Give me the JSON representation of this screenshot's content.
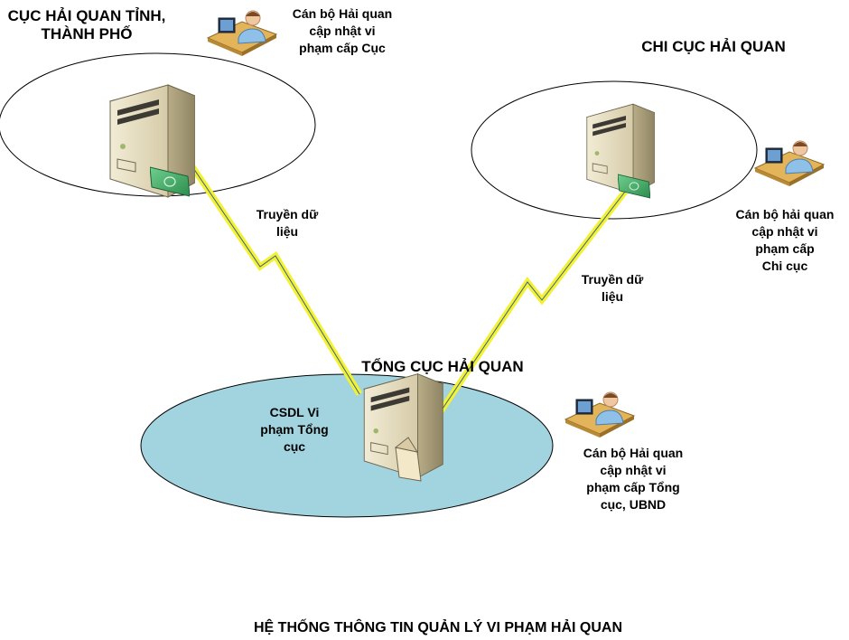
{
  "zones": {
    "cuc": {
      "title": "CỤC HẢI QUAN TỈNH,\nTHÀNH PHỐ"
    },
    "chicuc": {
      "title": "CHI CỤC HẢI QUAN"
    },
    "tongcuc": {
      "title": "TỔNG CỤC HẢI QUAN",
      "db_label": "CSDL Vi\nphạm Tổng\ncục"
    }
  },
  "officers": {
    "cuc": "Cán bộ Hải quan\ncập nhật vi\nphạm cấp Cục",
    "chicuc": "Cán bộ hải quan\ncập nhật vi\nphạm cấp\nChi cục",
    "tongcuc": "Cán bộ Hải quan\ncập nhật vi\nphạm cấp Tổng\ncục, UBND"
  },
  "links": {
    "left": "Truyền dữ\nliệu",
    "right": "Truyền dữ\nliệu"
  },
  "footer": "HỆ THỐNG THÔNG TIN QUẢN LÝ VI PHẠM HẢI QUAN",
  "colors": {
    "central_fill": "#a2d4e0",
    "bolt": "#f2f231",
    "link_line": "#3a5f9c",
    "server_body": "#d8cfb2"
  },
  "icons": [
    "server-icon",
    "money-card-icon",
    "officer-workstation-icon",
    "document-icon",
    "lightning-link-icon"
  ]
}
